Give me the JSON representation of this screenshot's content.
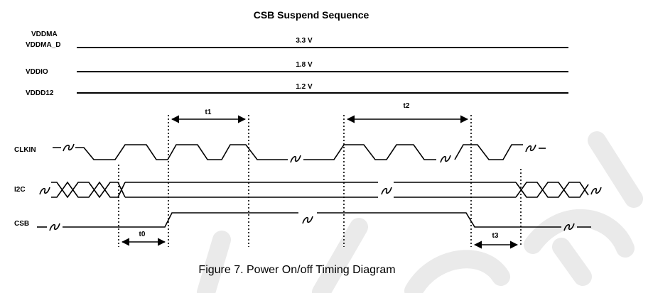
{
  "diagram": {
    "title": "CSB Suspend Sequence",
    "caption": "Figure 7. Power On/off Timing Diagram",
    "rails": [
      {
        "names": [
          "VDDMA",
          "VDDMA_D"
        ],
        "voltage": "3.3 V"
      },
      {
        "names": [
          "VDDIO"
        ],
        "voltage": "1.8 V"
      },
      {
        "names": [
          "VDDD12"
        ],
        "voltage": "1.2 V"
      }
    ],
    "signals": {
      "clkin": "CLKIN",
      "i2c": "I2C",
      "csb": "CSB"
    },
    "timing": {
      "t0": "t0",
      "t1": "t1",
      "t2": "t2",
      "t3": "t3"
    }
  }
}
